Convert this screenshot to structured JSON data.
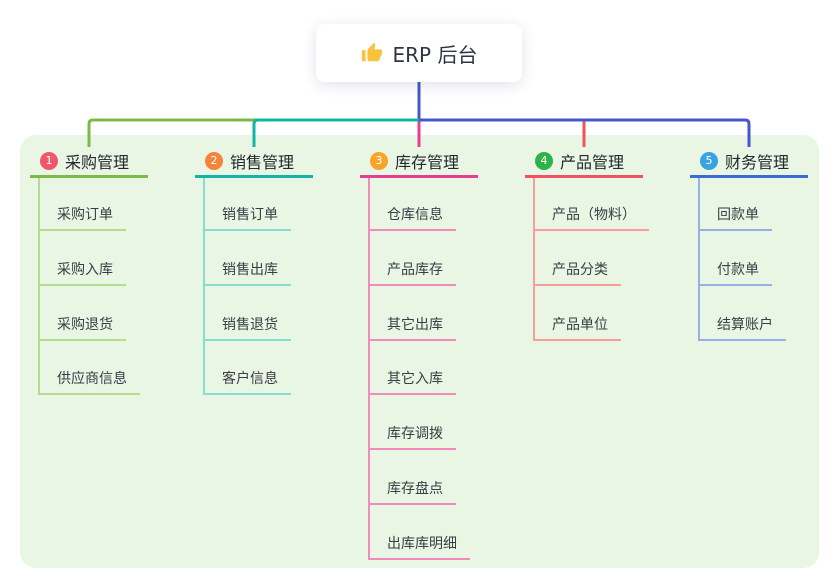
{
  "root": {
    "title": "ERP 后台",
    "icon": "thumbs-up-icon",
    "icon_color": "#f9c23c"
  },
  "connector": {
    "stem_color": "#4657c9"
  },
  "colors": {
    "canvas_bg": "#ffffff",
    "panel_bg": "#e9f6e3",
    "text": "#383e45"
  },
  "branches": [
    {
      "index": "1",
      "label": "采购管理",
      "badge_color": "#f2566b",
      "line_color": "#7cb84a",
      "item_line_color": "#b5da90",
      "items": [
        "采购订单",
        "采购入库",
        "采购退货",
        "供应商信息"
      ]
    },
    {
      "index": "2",
      "label": "销售管理",
      "badge_color": "#f6833c",
      "line_color": "#12b5a5",
      "item_line_color": "#85dcd3",
      "items": [
        "销售订单",
        "销售出库",
        "销售退货",
        "客户信息"
      ]
    },
    {
      "index": "3",
      "label": "库存管理",
      "badge_color": "#f8a42a",
      "line_color": "#e53e92",
      "item_line_color": "#f08cbd",
      "items": [
        "仓库信息",
        "产品库存",
        "其它出库",
        "其它入库",
        "库存调拨",
        "库存盘点",
        "出库库明细"
      ]
    },
    {
      "index": "4",
      "label": "产品管理",
      "badge_color": "#2fb24b",
      "line_color": "#f0525f",
      "item_line_color": "#f69e9e",
      "items": [
        "产品（物料）",
        "产品分类",
        "产品单位"
      ]
    },
    {
      "index": "5",
      "label": "财务管理",
      "badge_color": "#39a3e2",
      "line_color": "#3e6ad6",
      "item_line_color": "#96b0e5",
      "items": [
        "回款单",
        "付款单",
        "结算账户"
      ]
    }
  ]
}
